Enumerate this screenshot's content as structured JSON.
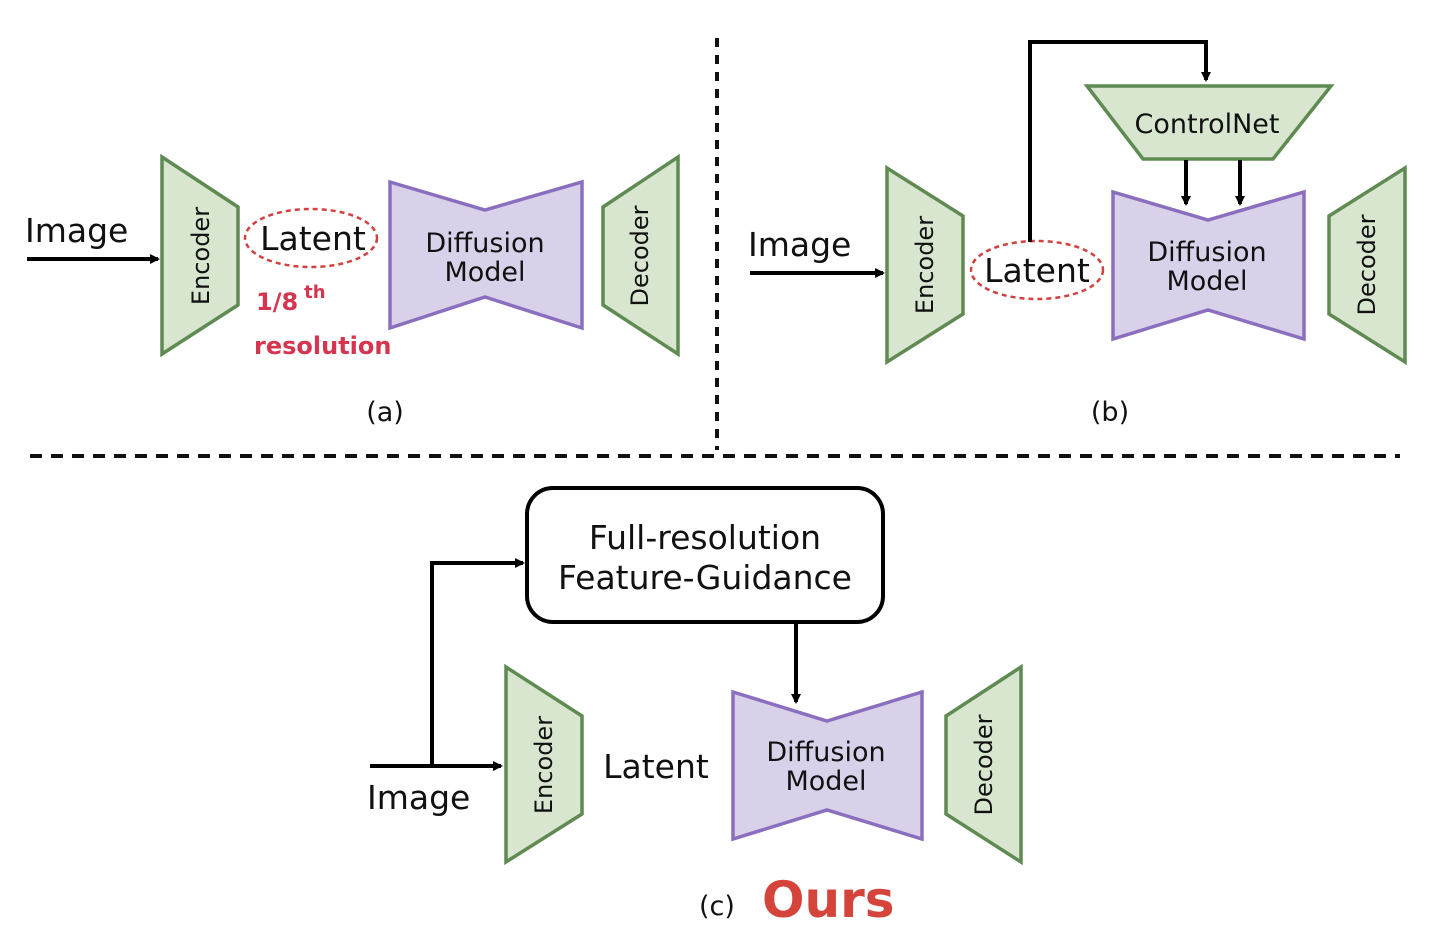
{
  "colors": {
    "encoder_fill": "#d8e6cf",
    "encoder_stroke": "#5f8a52",
    "diffusion_fill": "#d9d1ea",
    "diffusion_stroke": "#8b6fbf",
    "latent_dash": "#d0413f",
    "note_text": "#d6354f",
    "ours_text": "#d5443b",
    "arrow": "#000000"
  },
  "panel_a": {
    "input_label": "Image",
    "encoder_label": "Encoder",
    "latent_label": "Latent",
    "resolution_note_main": "1/8",
    "resolution_note_sup": "th",
    "resolution_note_sub": "resolution",
    "diffusion_line1": "Diffusion",
    "diffusion_line2": "Model",
    "decoder_label": "Decoder",
    "caption": "(a)"
  },
  "panel_b": {
    "input_label": "Image",
    "encoder_label": "Encoder",
    "latent_label": "Latent",
    "controlnet_label": "ControlNet",
    "diffusion_line1": "Diffusion",
    "diffusion_line2": "Model",
    "decoder_label": "Decoder",
    "caption": "(b)"
  },
  "panel_c": {
    "input_label": "Image",
    "guidance_line1": "Full-resolution",
    "guidance_line2": "Feature-Guidance",
    "encoder_label": "Encoder",
    "latent_label": "Latent",
    "diffusion_line1": "Diffusion",
    "diffusion_line2": "Model",
    "decoder_label": "Decoder",
    "caption": "(c)",
    "caption_highlight": "Ours"
  }
}
